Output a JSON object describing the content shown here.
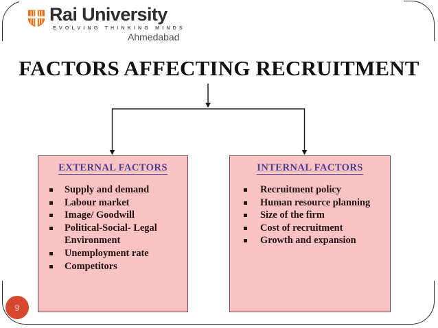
{
  "slide": {
    "page_number": "9",
    "title": "FACTORS AFFECTING RECRUITMENT",
    "colors": {
      "box_fill": "#F9C3C3",
      "box_border": "#6B4A45",
      "heading_text": "#4B3D8F",
      "body_text": "#241412",
      "badge_fill": "#D6472F",
      "logo_shield": "#E8701A",
      "frame_border": "#2B2B2B"
    }
  },
  "logo": {
    "shield_icon": "shield-icon",
    "name": "Rai University",
    "tagline": "EVOLVING  THINKING  MINDS",
    "city": "Ahmedabad"
  },
  "diagram": {
    "root_label": "FACTORS AFFECTING RECRUITMENT",
    "branches": [
      {
        "heading": "EXTERNAL FACTORS",
        "items": [
          "Supply and demand",
          "Labour market",
          "Image/ Goodwill",
          "Political-Social- Legal Environment",
          "Unemployment rate",
          "Competitors"
        ]
      },
      {
        "heading": "INTERNAL FACTORS",
        "items": [
          "Recruitment policy",
          "Human resource planning",
          "Size of the firm",
          "Cost of recruitment",
          "Growth and expansion"
        ]
      }
    ]
  }
}
